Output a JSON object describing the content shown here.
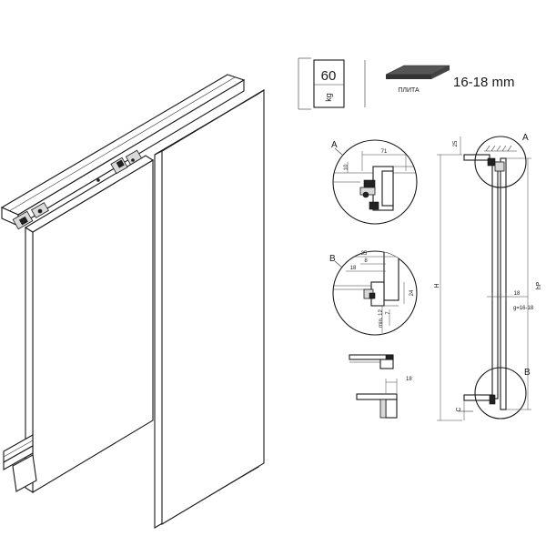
{
  "load": {
    "value": "60",
    "unit": "kg"
  },
  "panel": {
    "label": "ПЛИТА",
    "thickness": "16-18 mm"
  },
  "details": {
    "a": {
      "label": "A",
      "dims": [
        "71",
        "10"
      ]
    },
    "b": {
      "label": "B",
      "dims": [
        "35",
        "8",
        "18",
        "24",
        "7",
        "min. 12"
      ]
    },
    "lower": {
      "dim": "18"
    }
  },
  "elevation": {
    "a_label": "A",
    "b_label": "B",
    "top_gap": "25",
    "height": "H",
    "panel_height": "hP",
    "gap": "18",
    "gap_range": "g=16-18",
    "bottom": "C"
  }
}
